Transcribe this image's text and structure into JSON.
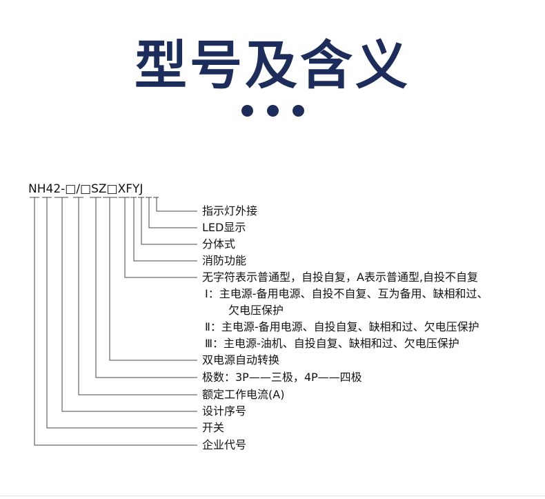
{
  "title": "型号及含义",
  "model_code": "NH42-□/□SZ□XFYJ",
  "descriptions": [
    "指示灯外接",
    "LED显示",
    "分体式",
    "消防功能",
    "无字符表示普通型，自投自复，A表示普通型,自投不自复",
    "Ⅰ：主电源-备用电源、自投不自复、互为备用、缺相和过、",
    "欠电压保护",
    "Ⅱ：主电源-备用电源、自投自复、缺相和过、欠电压保护",
    "Ⅲ：主电源-油机、自投自复、缺相和过、欠电压保护",
    "双电源自动转换",
    "极数：3P——三极，4P——四极",
    "额定工作电流(A)",
    "设计序号",
    "开关",
    "企业代号"
  ],
  "colors": {
    "title": "#1c2d5c",
    "lines": "#444444"
  }
}
